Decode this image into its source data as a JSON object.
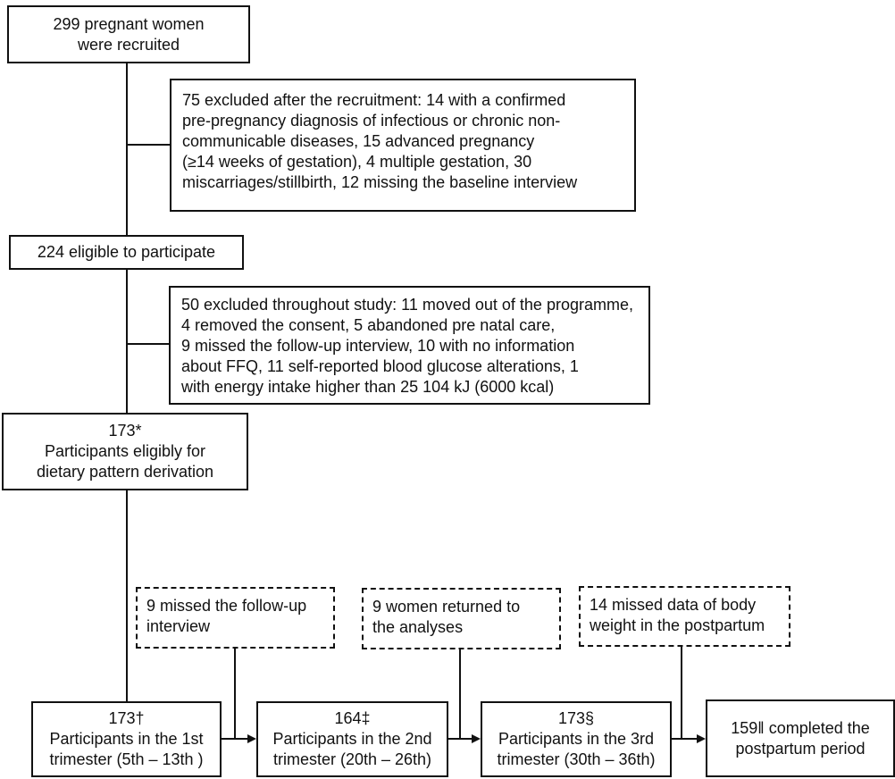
{
  "figure": {
    "type": "participant-flow-diagram",
    "line_color": "#111111",
    "background_color": "#ffffff"
  },
  "nodes": {
    "recruited": "299 pregnant women\nwere recruited",
    "excluded_recruitment": "75 excluded after the recruitment: 14 with a confirmed\npre-pregnancy diagnosis of infectious or chronic non-\ncommunicable diseases, 15 advanced pregnancy\n(≥14 weeks of gestation), 4 multiple gestation, 30\nmiscarriages/stillbirth, 12 missing the baseline interview",
    "eligible": "224 eligible to participate",
    "excluded_study": "50 excluded throughout study: 11 moved out of the programme,\n4 removed the consent, 5 abandoned pre natal care,\n9 missed the follow-up interview, 10 with no information\nabout FFQ, 11 self-reported blood glucose alterations, 1\nwith energy intake higher than 25 104 kJ (6000 kcal)",
    "derivation": "173*\nParticipants eligibly for\ndietary pattern derivation",
    "missed_followup": "9 missed the follow-up\ninterview",
    "women_returned": "9 women returned to\nthe analyses",
    "missed_weight": "14 missed data of body\nweight in the postpartum",
    "trimester1": "173†\nParticipants in the 1st\ntrimester (5th – 13th )",
    "trimester2": "164‡\nParticipants in the 2nd\ntrimester (20th – 26th)",
    "trimester3": "173§\nParticipants in the 3rd\ntrimester (30th – 36th)",
    "postpartum": "159‖ completed the\npostpartum period"
  }
}
